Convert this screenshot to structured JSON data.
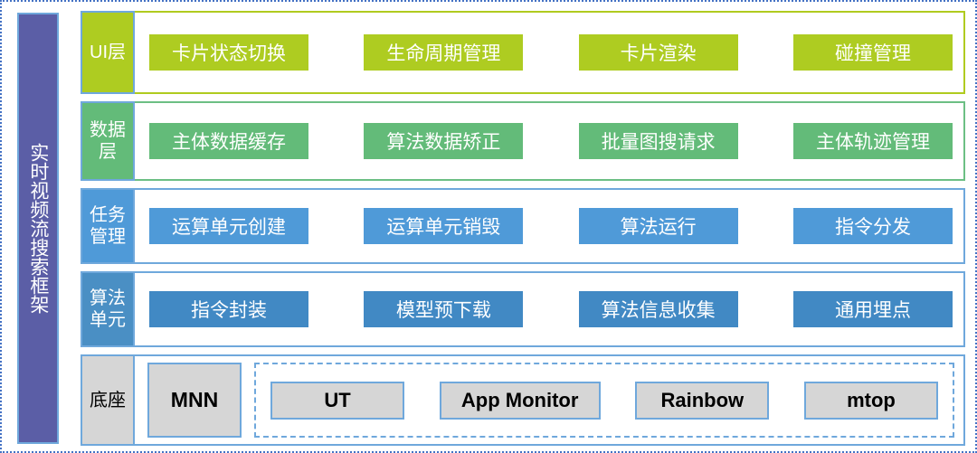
{
  "diagram": {
    "title_vertical": "实时视频流搜索框架",
    "layers": [
      {
        "key": "ui",
        "label": "UI层",
        "color": "#aecc21",
        "items": [
          "卡片状态切换",
          "生命周期管理",
          "卡片渲染",
          "碰撞管理"
        ]
      },
      {
        "key": "data",
        "label": "数据层",
        "color": "#63bb79",
        "items": [
          "主体数据缓存",
          "算法数据矫正",
          "批量图搜请求",
          "主体轨迹管理"
        ]
      },
      {
        "key": "task",
        "label": "任务管理",
        "color": "#4f9ad8",
        "items": [
          "运算单元创建",
          "运算单元销毁",
          "算法运行",
          "指令分发"
        ]
      },
      {
        "key": "algo",
        "label": "算法单元",
        "color": "#4189c4",
        "items": [
          "指令封装",
          "模型预下载",
          "算法信息收集",
          "通用埋点"
        ]
      }
    ],
    "base": {
      "label": "底座",
      "color": "#d6d6d6",
      "engine": "MNN",
      "services": [
        "UT",
        "App Monitor",
        "Rainbow",
        "mtop"
      ]
    },
    "accent_border": "#6fa8dc",
    "sidebar_color": "#5b5ea6",
    "outer_border": "#4472c4"
  }
}
